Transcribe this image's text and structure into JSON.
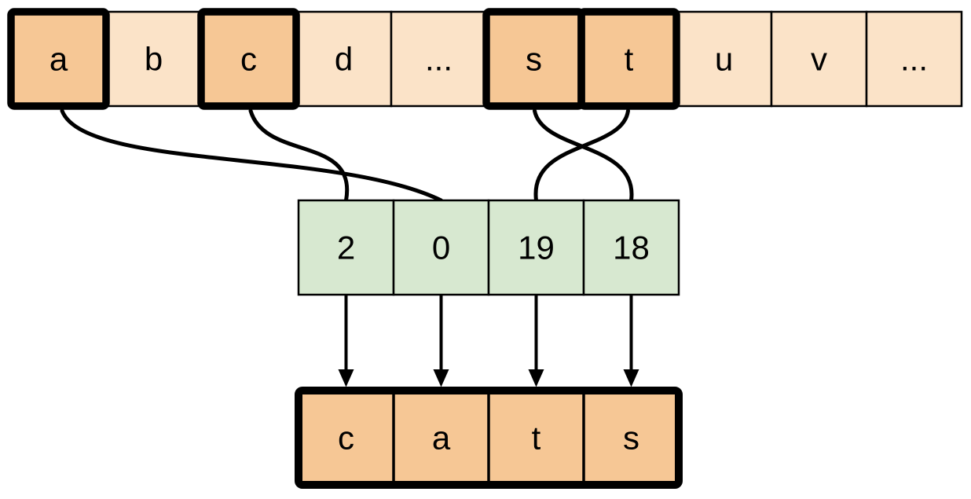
{
  "diagram": {
    "description": "Alphabet array indexed to spell a word",
    "top_row": {
      "cells": [
        {
          "label": "a",
          "highlighted": true
        },
        {
          "label": "b",
          "highlighted": false
        },
        {
          "label": "c",
          "highlighted": true
        },
        {
          "label": "d",
          "highlighted": false
        },
        {
          "label": "...",
          "highlighted": false
        },
        {
          "label": "s",
          "highlighted": true
        },
        {
          "label": "t",
          "highlighted": true
        },
        {
          "label": "u",
          "highlighted": false
        },
        {
          "label": "v",
          "highlighted": false
        },
        {
          "label": "...",
          "highlighted": false
        }
      ]
    },
    "index_row": {
      "values": [
        "2",
        "0",
        "19",
        "18"
      ]
    },
    "output_row": {
      "letters": [
        "c",
        "a",
        "t",
        "s"
      ]
    },
    "colors": {
      "highlight_fill": "#f6c795",
      "cell_fill": "#fbe3c8",
      "index_fill": "#d7e8d0",
      "line": "#000000"
    }
  }
}
